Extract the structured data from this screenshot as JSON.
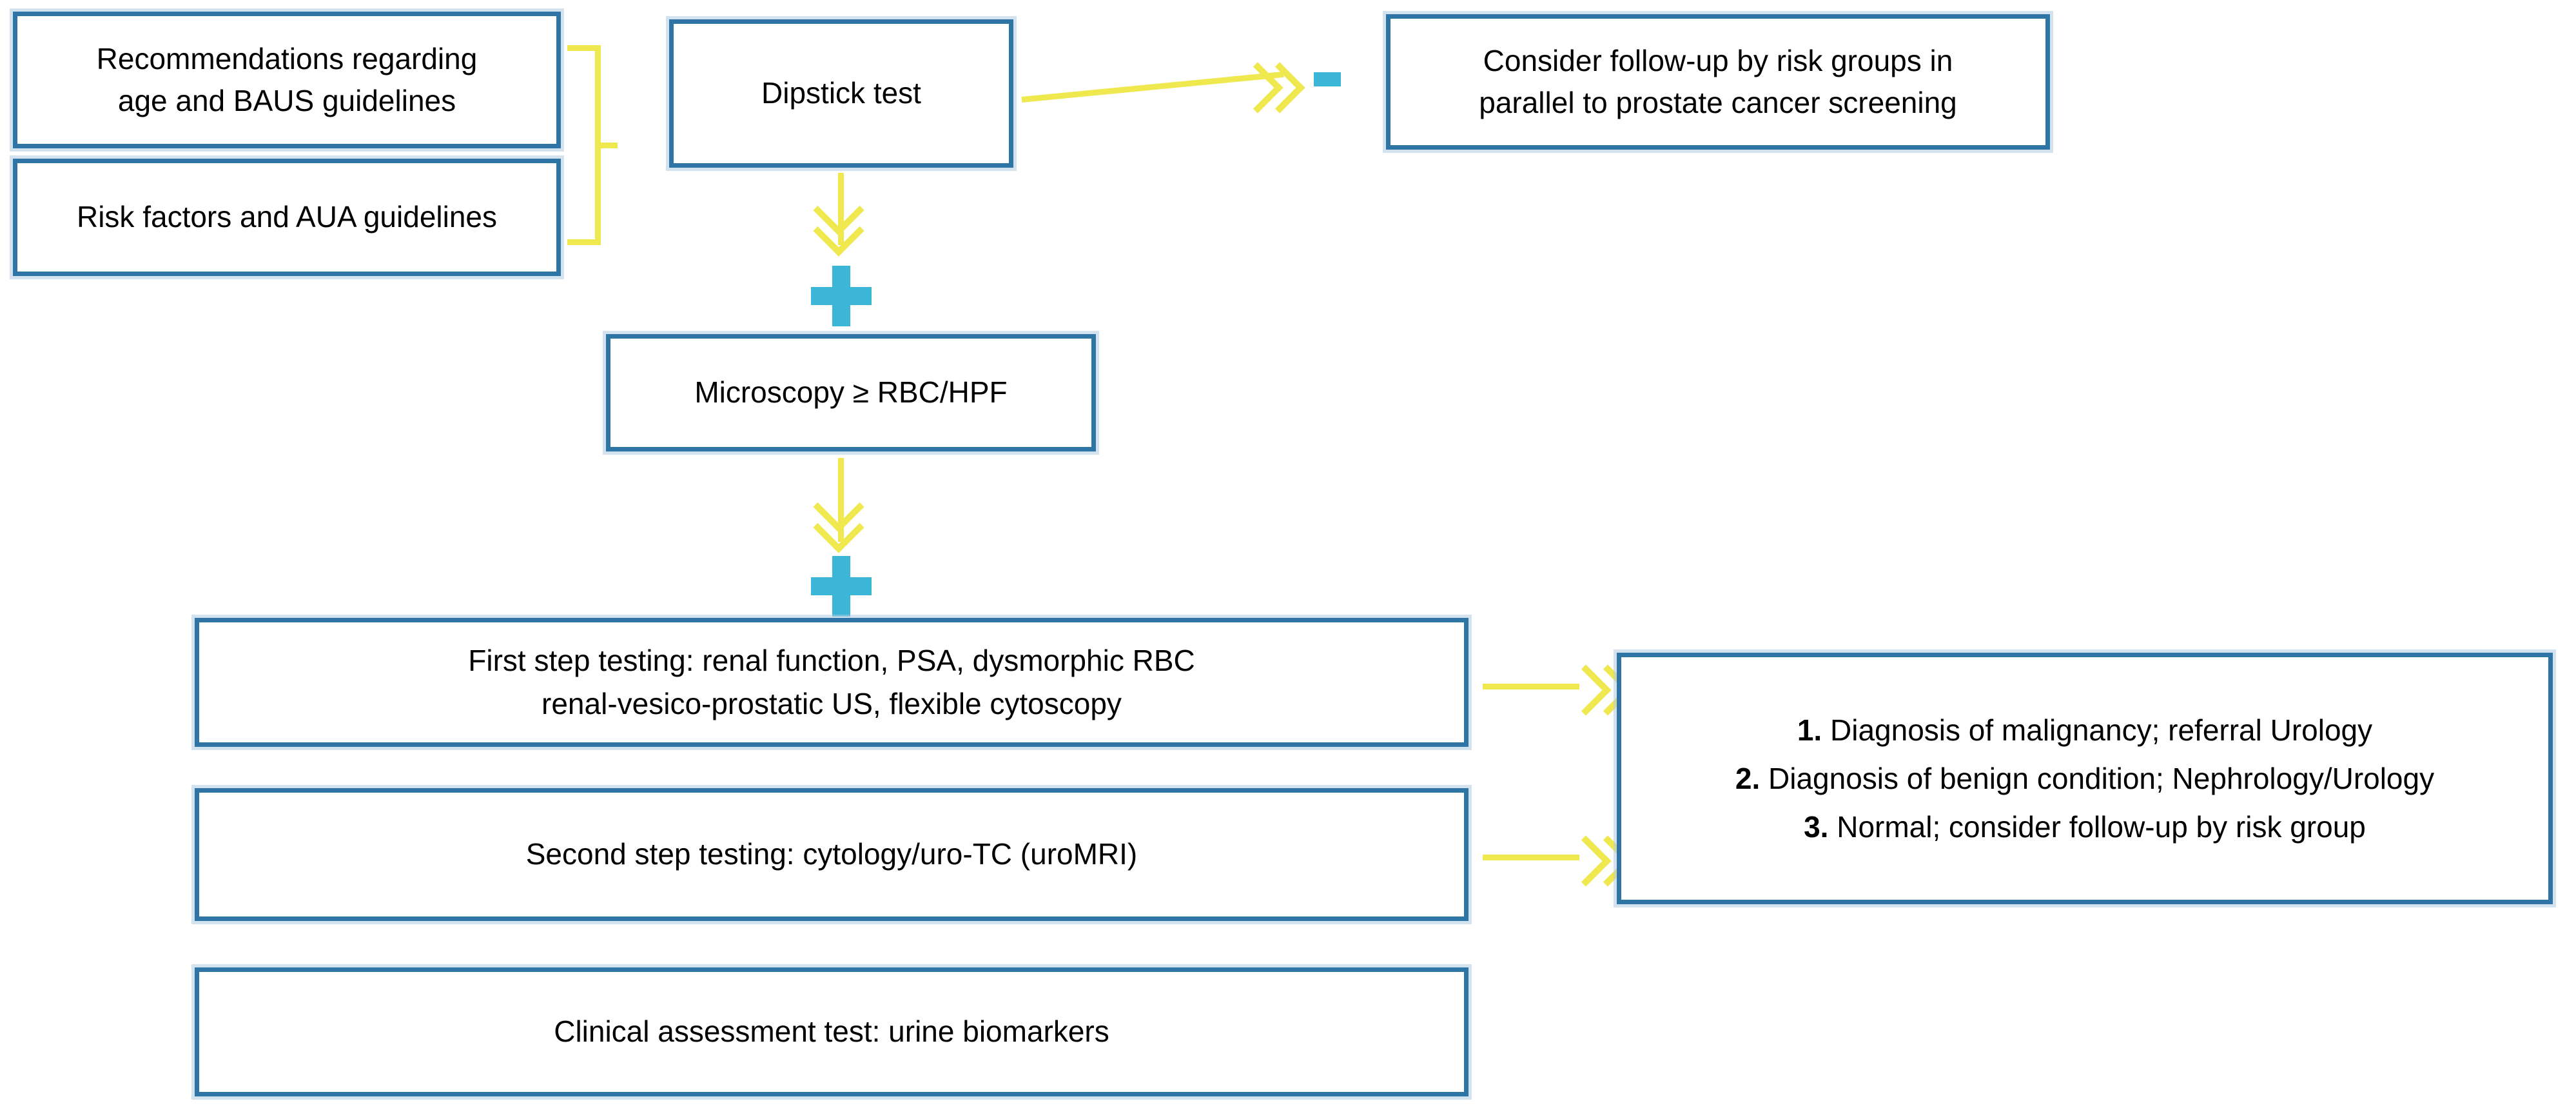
{
  "diagram": {
    "title": "Hematuria diagnostic work-up flowchart",
    "colors": {
      "box_border": "#2E74A4",
      "box_shadow": "#AECBE1",
      "connector_yellow": "#EFE84F",
      "operator_cyan": "#3CB6D6",
      "background": "#FFFFFF",
      "text": "#000000"
    }
  },
  "nodes": {
    "recommendations": {
      "line1": "Recommendations regarding",
      "line2": "age and BAUS guidelines"
    },
    "risk_factors": {
      "line1": "Risk factors and AUA guidelines"
    },
    "dipstick": {
      "line1": "Dipstick test"
    },
    "consider_followup": {
      "line1": "Consider follow-up by risk groups in",
      "line2": "parallel to prostate cancer screening"
    },
    "microscopy": {
      "line1": "Microscopy ≥ RBC/HPF"
    },
    "first_step": {
      "line1": "First step testing: renal function, PSA, dysmorphic RBC",
      "line2": "renal-vesico-prostatic US, flexible cytoscopy"
    },
    "second_step": {
      "line1": "Second step testing: cytology/uro-TC (uroMRI)"
    },
    "clinical_assessment": {
      "line1": "Clinical assessment test: urine biomarkers"
    },
    "outcomes": {
      "items": [
        {
          "num": "1.",
          "text": "Diagnosis of malignancy; referral Urology"
        },
        {
          "num": "2.",
          "text": "Diagnosis of benign condition; Nephrology/Urology"
        },
        {
          "num": "3.",
          "text": "Normal; consider follow-up by risk group"
        }
      ]
    }
  },
  "operators": {
    "plus_symbol": "+",
    "minus_symbol": "−"
  }
}
